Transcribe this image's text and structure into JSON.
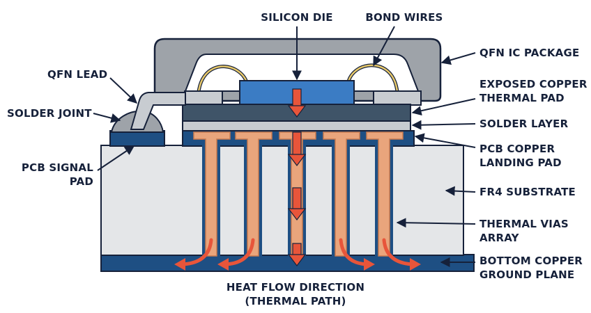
{
  "labels": {
    "silicon_die": "SILICON DIE",
    "bond_wires": "BOND WIRES",
    "qfn_ic_package": "QFN IC PACKAGE",
    "exposed_copper_1": "EXPOSED COPPER",
    "exposed_copper_2": "THERMAL PAD",
    "solder_layer": "SOLDER LAYER",
    "pcb_copper_1": "PCB COPPER",
    "pcb_copper_2": "LANDING PAD",
    "fr4_substrate": "FR4 SUBSTRATE",
    "thermal_vias_1": "THERMAL VIAS",
    "thermal_vias_2": "ARRAY",
    "bottom_copper_1": "BOTTOM COPPER",
    "bottom_copper_2": "GROUND PLANE",
    "qfn_lead": "QFN LEAD",
    "solder_joint": "SOLDER JOINT",
    "pcb_signal_pad_1": "PCB SIGNAL",
    "pcb_signal_pad_2": "PAD",
    "heat_flow_1": "HEAT FLOW DIRECTION",
    "heat_flow_2": "(THERMAL PATH)"
  },
  "colors": {
    "package_gray": "#9ea3a9",
    "package_outline": "#16213a",
    "die_blue": "#3b7cc4",
    "thermal_pad": "#3f5468",
    "solder": "#c8ccd1",
    "copper_navy": "#1e4f83",
    "fr4": "#e4e6e8",
    "via_copper": "#e9a57c",
    "heat_arrow": "#e8553a",
    "bond_wire": "#e7c86a",
    "label_text": "#16213a"
  },
  "via_count": 5
}
